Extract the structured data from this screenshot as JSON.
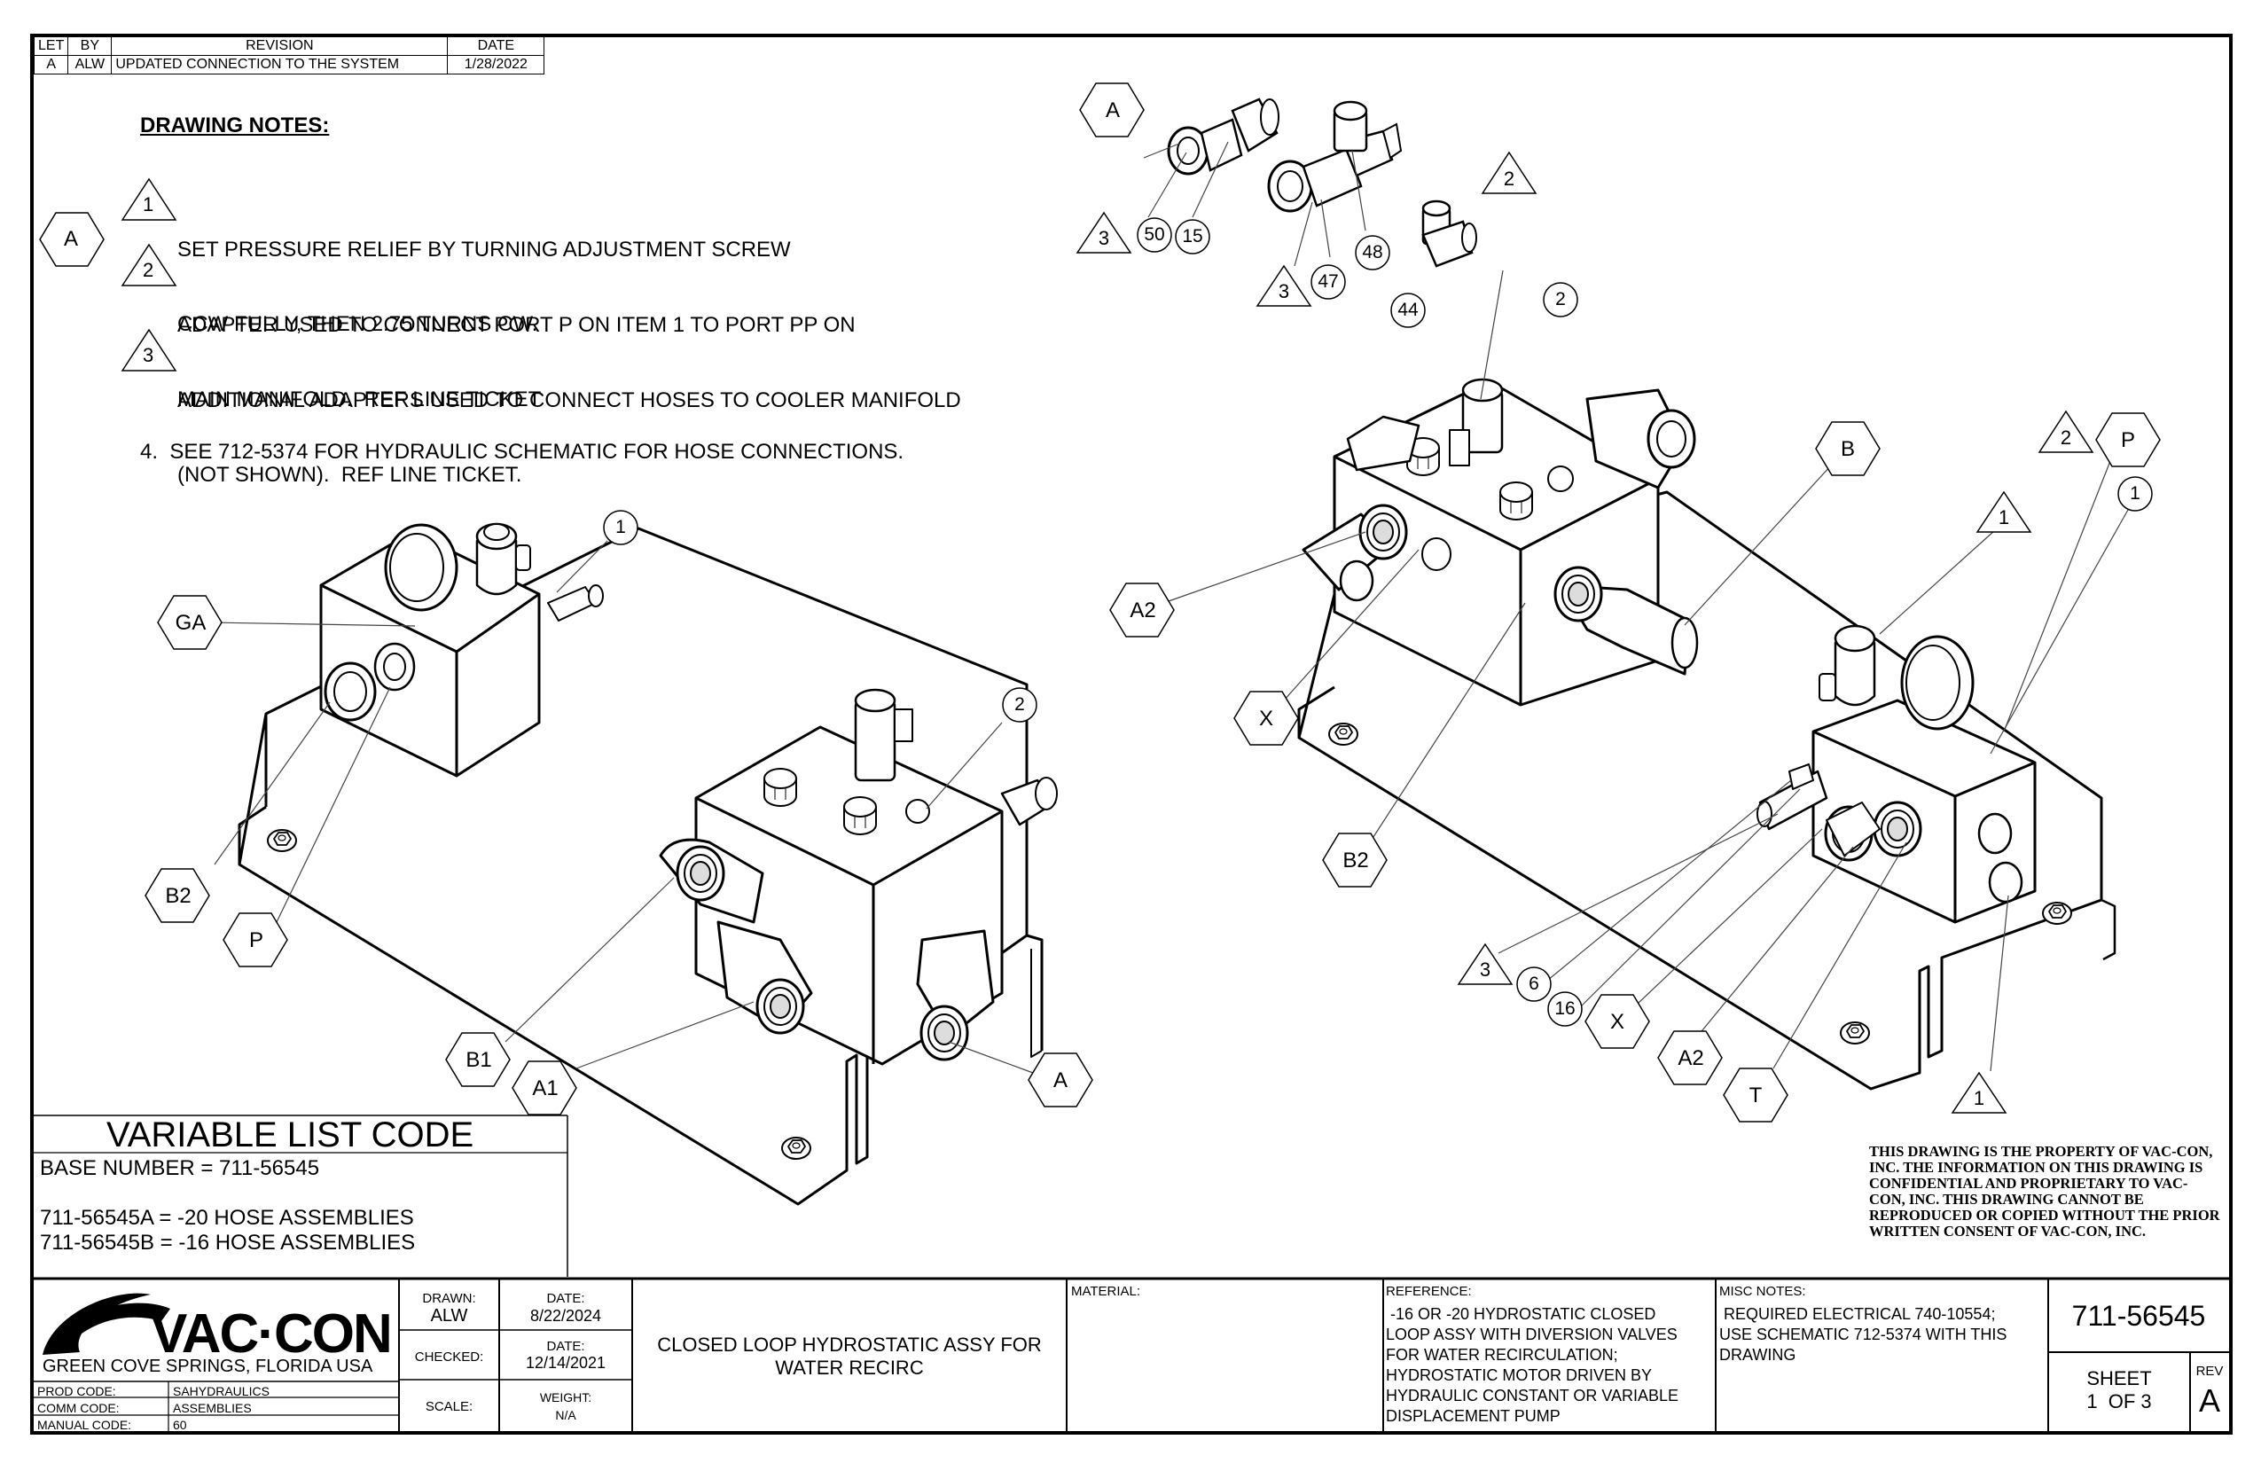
{
  "revision_table": {
    "headers": [
      "LET",
      "BY",
      "REVISION",
      "DATE"
    ],
    "rows": [
      [
        "A",
        "ALW",
        "UPDATED CONNECTION TO THE SYSTEM",
        "1/28/2022"
      ]
    ]
  },
  "revision_marker": "A",
  "drawing_notes": {
    "title": "DRAWING NOTES:",
    "notes": [
      {
        "num": "1",
        "lines": [
          "SET PRESSURE RELIEF BY TURNING ADJUSTMENT SCREW",
          "CCW FULLY, THEN 2.75 TURNS CW."
        ]
      },
      {
        "num": "2",
        "lines": [
          "ADAPTER USED TO CONNECT PORT P ON ITEM 1 TO PORT PP ON",
          "MAIN MANIFOLD.  REF LINE TICKET"
        ]
      },
      {
        "num": "3",
        "lines": [
          "ADDITIONAL ADAPTERS USED TO CONNECT HOSES TO COOLER MANIFOLD",
          "(NOT SHOWN).  REF LINE TICKET."
        ]
      }
    ],
    "note4": "4.  SEE 712-5374 FOR HYDRAULIC SCHEMATIC FOR HOSE CONNECTIONS."
  },
  "callouts": {
    "hex_labels": [
      "A",
      "GA",
      "B2",
      "P",
      "B1",
      "A1",
      "A",
      "A2",
      "X",
      "B",
      "B2",
      "P",
      "X",
      "A2",
      "T"
    ],
    "circle_labels": [
      "50",
      "15",
      "47",
      "48",
      "44",
      "1",
      "2",
      "2",
      "1",
      "6",
      "16"
    ],
    "triangle_labels": [
      "3",
      "3",
      "2",
      "1",
      "2",
      "3",
      "1"
    ]
  },
  "variable_list": {
    "title": "VARIABLE LIST CODE",
    "base": "BASE NUMBER = 711-56545",
    "lines": [
      "711-56545A  =  -20 HOSE ASSEMBLIES",
      "711-56545B  =  -16 HOSE ASSEMBLIES"
    ]
  },
  "property_notice": "THIS DRAWING IS THE PROPERTY OF VAC-CON, INC.  THE INFORMATION ON THIS DRAWING IS CONFIDENTIAL AND PROPRIETARY TO VAC-CON, INC.  THIS DRAWING CANNOT BE REPRODUCED OR COPIED WITHOUT THE PRIOR WRITTEN CONSENT OF VAC-CON, INC.",
  "title_block": {
    "logo_text": "VAC·CON",
    "location": "GREEN COVE SPRINGS, FLORIDA USA",
    "codes": [
      {
        "label": "PROD CODE:",
        "value": "SAHYDRAULICS"
      },
      {
        "label": "COMM CODE:",
        "value": "ASSEMBLIES"
      },
      {
        "label": "MANUAL CODE:",
        "value": "60"
      }
    ],
    "drawn_label": "DRAWN:",
    "drawn_value": "ALW",
    "drawn_date_label": "DATE:",
    "drawn_date": "8/22/2024",
    "checked_label": "CHECKED:",
    "checked_date_label": "DATE:",
    "checked_date": "12/14/2021",
    "scale_label": "SCALE:",
    "weight_label": "WEIGHT:",
    "weight_value": "N/A",
    "title_line1": "CLOSED LOOP HYDROSTATIC ASSY FOR",
    "title_line2": "WATER RECIRC",
    "material_label": "MATERIAL:",
    "reference_label": "REFERENCE:",
    "reference_lines": [
      " -16 OR -20 HYDROSTATIC CLOSED",
      "LOOP ASSY WITH DIVERSION VALVES",
      "FOR WATER RECIRCULATION;",
      "HYDROSTATIC MOTOR DRIVEN BY",
      "HYDRAULIC CONSTANT OR VARIABLE",
      "DISPLACEMENT PUMP"
    ],
    "misc_label": "MISC NOTES:",
    "misc_lines": [
      " REQUIRED ELECTRICAL 740-10554;",
      "USE SCHEMATIC 712-5374 WITH THIS",
      "DRAWING"
    ],
    "part_number": "711-56545",
    "sheet_label": "SHEET",
    "sheet_value": "1  OF 3",
    "rev_label": "REV",
    "rev_value": "A"
  },
  "colors": {
    "ink": "#000000",
    "paper": "#ffffff",
    "leader": "#555555"
  }
}
